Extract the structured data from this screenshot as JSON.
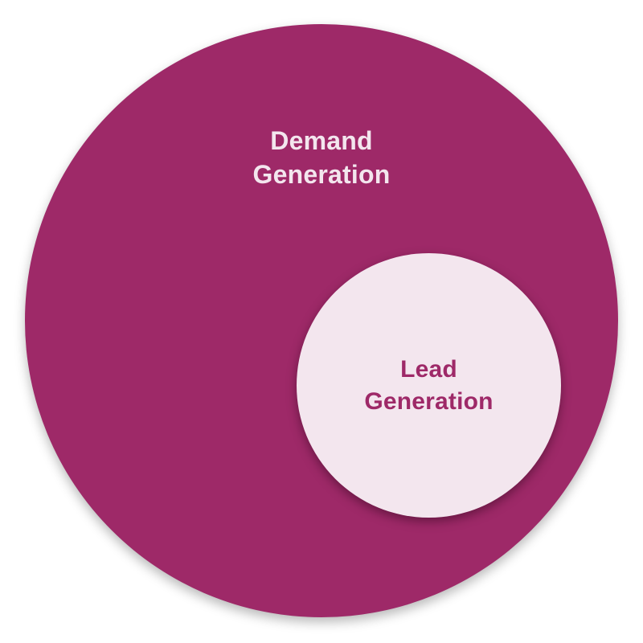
{
  "diagram": {
    "type": "nested-venn",
    "background_color": "#ffffff",
    "outer_circle": {
      "label": "Demand Generation",
      "fill_color": "#9E2968",
      "label_color": "#F3E6EE"
    },
    "inner_circle": {
      "label": "Lead Generation",
      "fill_color": "#F3E6EE",
      "label_color": "#9E2968"
    }
  }
}
